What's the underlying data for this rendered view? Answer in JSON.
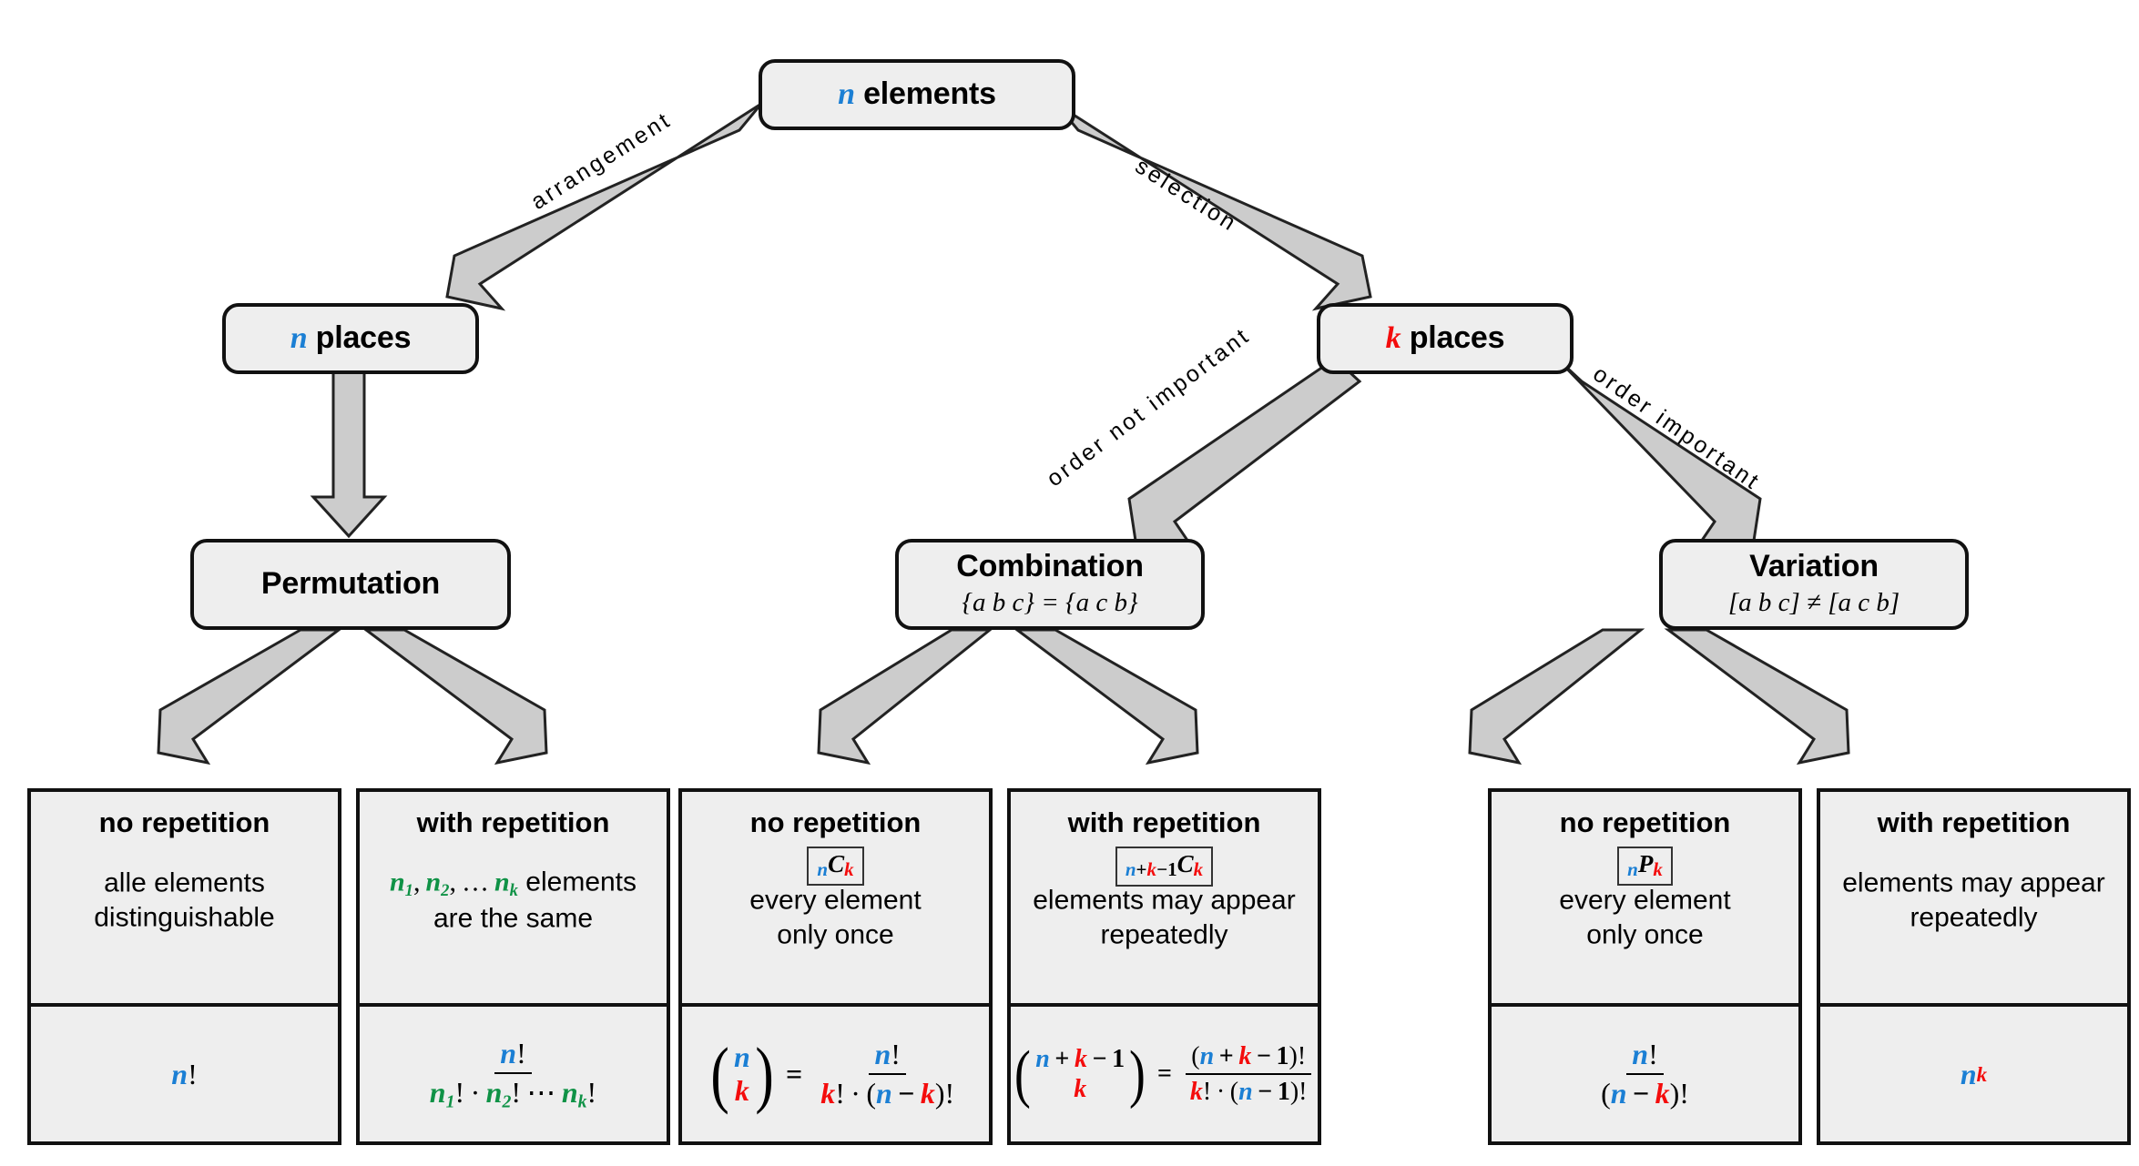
{
  "diagram": {
    "title": "Combinatorics decision tree",
    "colors": {
      "n_blue": "#1b7fd4",
      "k_red": "#f40c0c",
      "n_sub_green": "#0f9246",
      "node_fill": "#eeeeee",
      "node_border": "#111111",
      "arrow_fill": "#cccccc",
      "arrow_stroke": "#222222",
      "background": "#ffffff"
    }
  },
  "nodes": {
    "root": {
      "var": "n",
      "label": "elements"
    },
    "n_places": {
      "var": "n",
      "label": "places"
    },
    "k_places": {
      "var": "k",
      "label": "places"
    },
    "permutation": {
      "title": "Permutation",
      "sub": ""
    },
    "combination": {
      "title": "Combination",
      "sub": "{a b c} = {a c b}"
    },
    "variation": {
      "title": "Variation",
      "sub": "[a b c] ≠ [a c b]"
    }
  },
  "edges": [
    {
      "name": "arrangement",
      "label": "arrangement"
    },
    {
      "name": "selection",
      "label": "selection"
    },
    {
      "name": "order-not-important",
      "label": "order not important"
    },
    {
      "name": "order-important",
      "label": "order important"
    }
  ],
  "cards": [
    {
      "id": "permutation-no-repetition",
      "head": "no repetition",
      "symbol": null,
      "desc_lines": [
        "alle elements",
        "distinguishable"
      ],
      "formula": "n!"
    },
    {
      "id": "permutation-with-repetition",
      "head": "with repetition",
      "symbol": null,
      "desc_lines": [
        "n₁, n₂, … nₖ elements",
        "are the same"
      ],
      "formula": "n! / (n₁! · n₂! ⋯ nₖ!)"
    },
    {
      "id": "combination-no-repetition",
      "head": "no repetition",
      "symbol": "nCk",
      "desc_lines": [
        "every element",
        "only once"
      ],
      "formula": "(n choose k) = n! / (k! · (n − k)!)"
    },
    {
      "id": "combination-with-repetition",
      "head": "with repetition",
      "symbol": "n+k−1Ck",
      "desc_lines": [
        "elements may appear",
        "repeatedly"
      ],
      "formula": "(n+k−1 choose k) = (n + k − 1)! / (k! · (n − 1)!)"
    },
    {
      "id": "variation-no-repetition",
      "head": "no repetition",
      "symbol": "nPk",
      "desc_lines": [
        "every element",
        "only once"
      ],
      "formula": "n! / (n − k)!"
    },
    {
      "id": "variation-with-repetition",
      "head": "with repetition",
      "symbol": null,
      "desc_lines": [
        "elements may appear",
        "repeatedly"
      ],
      "formula": "n^k"
    }
  ]
}
